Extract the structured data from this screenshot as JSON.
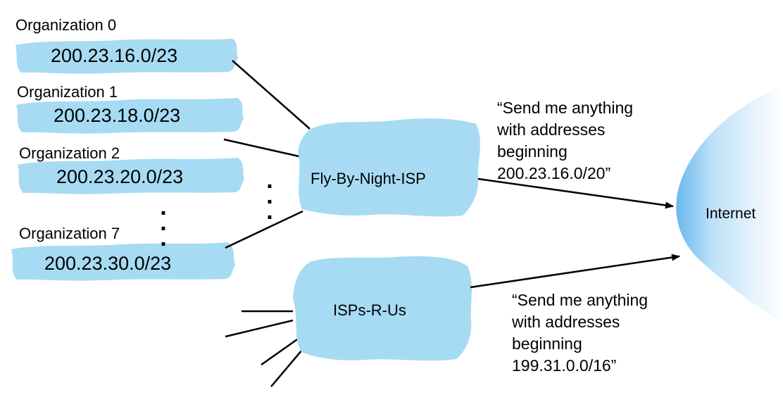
{
  "colors": {
    "cloud_fill": "#a6dbf3",
    "internet_gradient_inner": "#6ab8ee",
    "internet_gradient_outer": "#ffffff",
    "line": "#000000",
    "text": "#000000"
  },
  "organizations": [
    {
      "name": "Organization 0",
      "prefix": "200.23.16.0/23"
    },
    {
      "name": "Organization 1",
      "prefix": "200.23.18.0/23"
    },
    {
      "name": "Organization 2",
      "prefix": "200.23.20.0/23"
    },
    {
      "name": "Organization 7",
      "prefix": "200.23.30.0/23"
    }
  ],
  "ellipsis": ".\n.\n.",
  "isps": {
    "fly_by_night": {
      "name": "Fly-By-Night-ISP"
    },
    "isps_r_us": {
      "name": "ISPs-R-Us"
    }
  },
  "internet": {
    "label": "Internet"
  },
  "announcements": {
    "fly_by_night": [
      "“Send me anything",
      "with addresses",
      "beginning",
      "200.23.16.0/20”"
    ],
    "isps_r_us": [
      "“Send me anything",
      "with addresses",
      "beginning",
      "199.31.0.0/16”"
    ]
  }
}
